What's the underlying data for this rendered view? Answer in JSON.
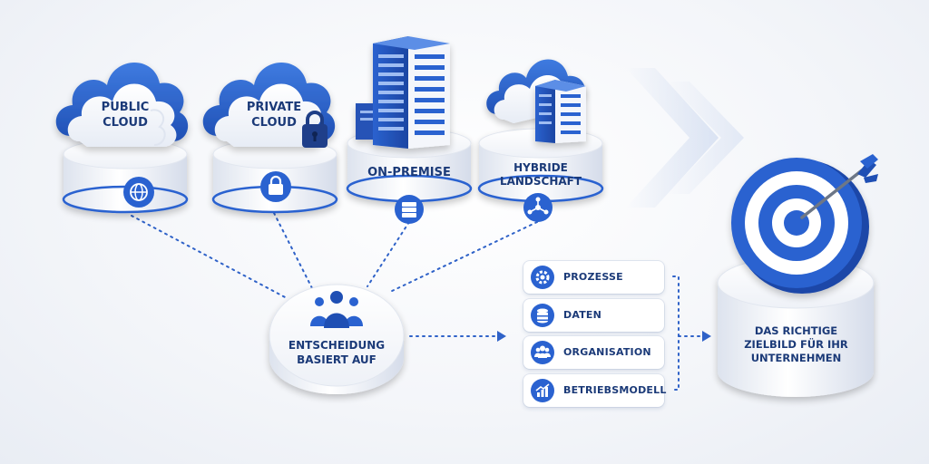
{
  "sources": [
    {
      "id": "public",
      "label": "PUBLIC\nCLOUD",
      "icon": "globe-icon"
    },
    {
      "id": "private",
      "label": "PRIVATE\nCLOUD",
      "icon": "lock-icon"
    },
    {
      "id": "onprem",
      "label": "ON-PREMISE",
      "icon": "server-icon"
    },
    {
      "id": "hybrid",
      "label": "HYBRIDE\nLANDSCHAFT",
      "icon": "network-icon"
    }
  ],
  "decision": {
    "label": "ENTSCHEIDUNG\nBASIERT AUF",
    "icon": "people-icon"
  },
  "criteria": [
    {
      "label": "PROZESSE",
      "icon": "gear-icon"
    },
    {
      "label": "DATEN",
      "icon": "database-icon"
    },
    {
      "label": "ORGANISATION",
      "icon": "team-icon"
    },
    {
      "label": "BETRIEBSMODELL",
      "icon": "chart-icon"
    }
  ],
  "target": {
    "label": "DAS RICHTIGE\nZIELBILD FÜR IHR\nUNTERNEHMEN",
    "icon": "target-icon"
  },
  "colors": {
    "accent": "#2a62d0",
    "dark": "#1b3a78",
    "line": "#2f62c8"
  }
}
